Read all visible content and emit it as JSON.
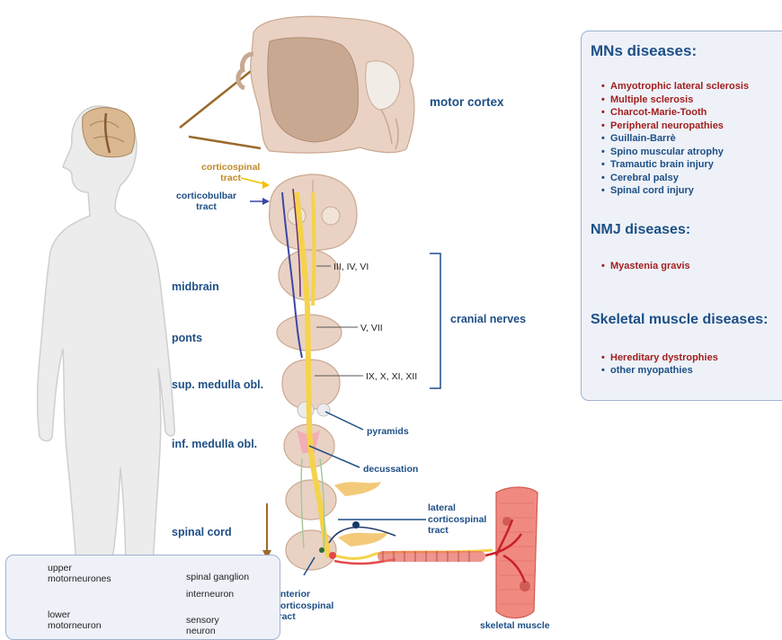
{
  "diagram": {
    "labels": {
      "motor_cortex": "motor cortex",
      "corticospinal_tract": "corticospinal\ntract",
      "corticobulbar_tract": "corticobulbar\ntract",
      "midbrain": "midbrain",
      "ponts": "ponts",
      "sup_medulla": "sup. medulla obl.",
      "inf_medulla": "inf. medulla obl.",
      "spinal_cord": "spinal cord",
      "cranial_nerves": "cranial nerves",
      "nerves_midbrain": "III, IV, VI",
      "nerves_ponts": "V, VII",
      "nerves_medulla": "IX, X, XI, XII",
      "pyramids": "pyramids",
      "decussation": "decussation",
      "lateral_tract": "lateral\ncorticospinal\ntract",
      "anterior_tract": "anterior\ncorticospinal\ntract",
      "skeletal_muscle": "skeletal muscle"
    }
  },
  "panel": {
    "mns_heading": "MNs diseases:",
    "mns_red": [
      "Amyotrophic lateral sclerosis",
      "Multiple sclerosis",
      "Charcot-Marie-Tooth",
      "Peripheral neuropathies"
    ],
    "mns_blue": [
      "Guillain-Barrè",
      "Spino muscular atrophy",
      "Tramautic brain injury",
      "Cerebral palsy",
      "Spinal cord injury"
    ],
    "nmj_heading": "NMJ diseases:",
    "nmj_red": [
      "Myastenia gravis"
    ],
    "skel_heading": "Skeletal muscle diseases:",
    "skel_red": [
      "Hereditary dystrophies"
    ],
    "skel_blue": [
      "other myopathies"
    ]
  },
  "legend": {
    "upper": "upper\nmotorneurones",
    "lower": "lower\nmotorneuron",
    "ganglion": "spinal ganglion",
    "interneuron": "interneuron",
    "sensory": "sensory\nneuron"
  },
  "colors": {
    "title_blue": "#1e4f86",
    "disease_red": "#a21f1f",
    "tract_yellow": "#f5d34a",
    "tract_tan": "#c08a2a",
    "muscle_red": "#e8726a",
    "tissue": "#e9d2c3"
  }
}
